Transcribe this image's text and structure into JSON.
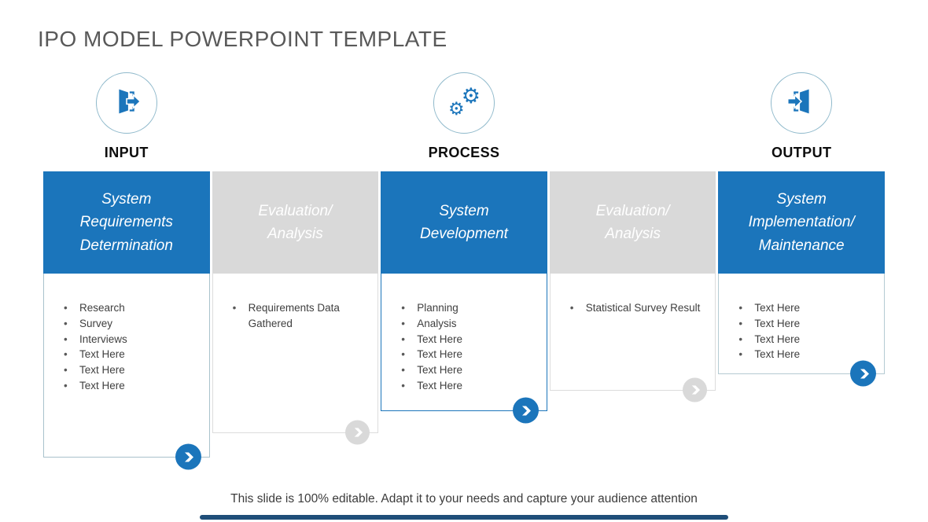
{
  "title": "IPO MODEL POWERPOINT TEMPLATE",
  "stages": [
    {
      "label": "INPUT",
      "icon": "door-exit-icon"
    },
    {
      "label": "PROCESS",
      "icon": "gears-icon"
    },
    {
      "label": "OUTPUT",
      "icon": "door-enter-icon"
    }
  ],
  "columns": [
    {
      "header": "System\nRequirements\nDetermination",
      "style": "blue",
      "bullets": [
        "Research",
        "Survey",
        "Interviews",
        "Text Here",
        "Text Here",
        "Text Here"
      ]
    },
    {
      "header": "Evaluation/\nAnalysis",
      "style": "gray",
      "bullets": [
        "Requirements Data Gathered"
      ]
    },
    {
      "header": "System\nDevelopment",
      "style": "blue",
      "bullets": [
        "Planning",
        "Analysis",
        "Text Here",
        "Text Here",
        "Text Here",
        "Text Here"
      ]
    },
    {
      "header": "Evaluation/\nAnalysis",
      "style": "gray",
      "bullets": [
        "Statistical Survey Result"
      ]
    },
    {
      "header": "System\nImplementation/\nMaintenance",
      "style": "blue",
      "bullets": [
        "Text Here",
        "Text Here",
        "Text Here",
        "Text Here"
      ]
    }
  ],
  "gear_glyph": "⚙",
  "footer": "This slide is 100% editable. Adapt it to your needs and capture your audience attention",
  "colors": {
    "accent_blue": "#1B75BB",
    "light_gray": "#D9D9D9",
    "navy_bar": "#1F4E79",
    "title_gray": "#595959",
    "body_text": "#3F3F3F",
    "circle_border": "#8FB9CB"
  }
}
